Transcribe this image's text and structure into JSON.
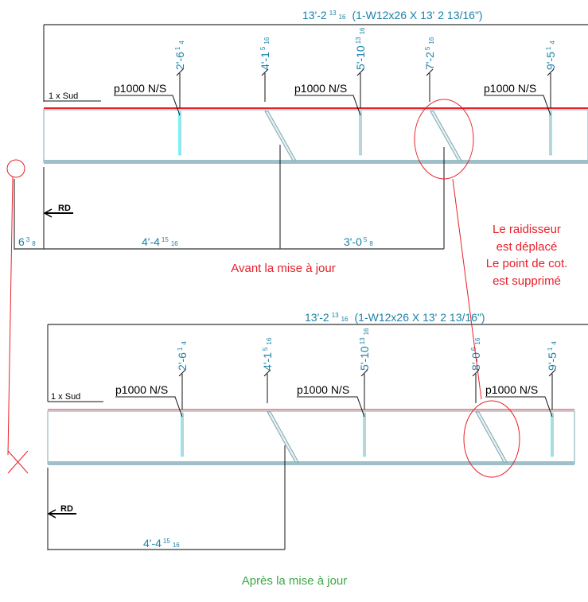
{
  "colors": {
    "dimension": "#1a82a8",
    "annotation_red": "#e8202a",
    "annotation_green": "#3aa845",
    "beam": "#9fc0c8"
  },
  "before": {
    "title": {
      "whole": "13'-2",
      "num": "13",
      "den": "16",
      "desc": "(1-W12x26 X 13' 2 13/16\")"
    },
    "side_label": "1 x Sud",
    "rd_label": "RD",
    "marks": [
      "p1000 N/S",
      "p1000 N/S",
      "p1000 N/S"
    ],
    "top_dims": [
      {
        "whole": "2'-6",
        "num": "1",
        "den": "4"
      },
      {
        "whole": "4'-1",
        "num": "5",
        "den": "16"
      },
      {
        "whole": "5'-10",
        "num": "13",
        "den": "16"
      },
      {
        "whole": "7'-2",
        "num": "5",
        "den": "16"
      },
      {
        "whole": "9'-5",
        "num": "1",
        "den": "4"
      }
    ],
    "bottom_dims": [
      {
        "whole": "6",
        "num": "3",
        "den": "8"
      },
      {
        "whole": "4'-4",
        "num": "15",
        "den": "16"
      },
      {
        "whole": "3'-0",
        "num": "5",
        "den": "8"
      }
    ],
    "caption": "Avant la mise à jour"
  },
  "after": {
    "title": {
      "whole": "13'-2",
      "num": "13",
      "den": "16",
      "desc": "(1-W12x26 X 13' 2 13/16\")"
    },
    "side_label": "1 x Sud",
    "rd_label": "RD",
    "marks": [
      "p1000 N/S",
      "p1000 N/S",
      "p1000 N/S"
    ],
    "top_dims": [
      {
        "whole": "2'-6",
        "num": "1",
        "den": "4"
      },
      {
        "whole": "4'-1",
        "num": "5",
        "den": "16"
      },
      {
        "whole": "5'-10",
        "num": "13",
        "den": "16"
      },
      {
        "whole": "8'-0",
        "num": "6",
        "den": "16"
      },
      {
        "whole": "9'-5",
        "num": "1",
        "den": "4"
      }
    ],
    "bottom_dims": [
      {
        "whole": "4'-4",
        "num": "15",
        "den": "16"
      }
    ],
    "caption": "Après la mise à jour"
  },
  "note_lines": [
    "Le raidisseur",
    "est déplacé",
    "Le point de cot.",
    "est supprimé"
  ]
}
